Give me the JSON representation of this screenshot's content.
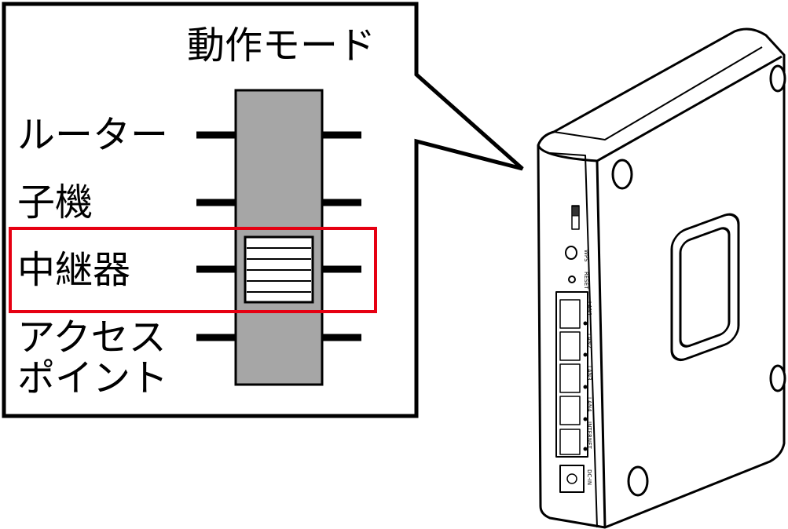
{
  "callout": {
    "title": "動作モード",
    "modes": [
      "ルーター",
      "子機",
      "中継器",
      "アクセス",
      "ポイント"
    ],
    "selected_mode": "中継器",
    "highlight_color": "#e60012"
  },
  "router": {
    "ports": [
      "LAN1",
      "LAN2",
      "LAN3",
      "LAN4",
      "INTERNET"
    ],
    "wps_label": "WPS",
    "reset_label": "RESET",
    "power_label": "DC-IN"
  }
}
